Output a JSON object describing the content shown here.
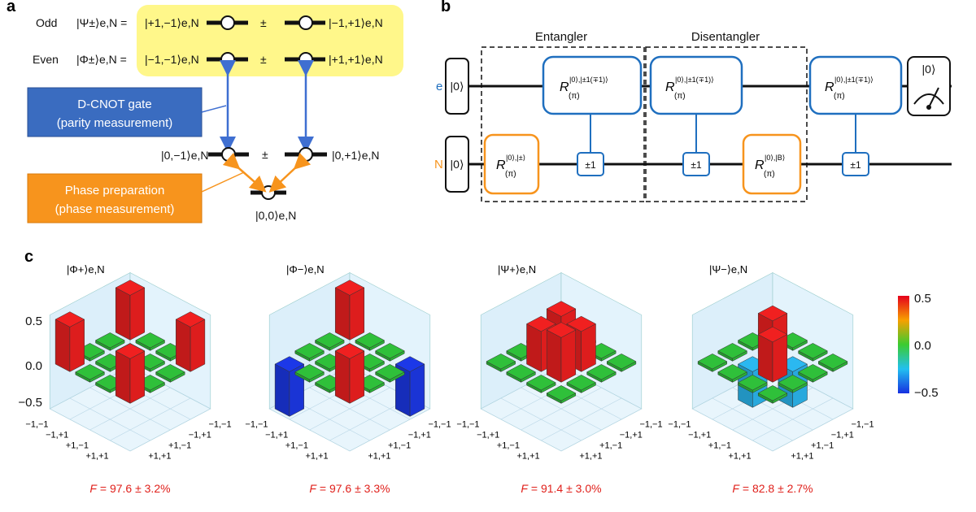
{
  "panel_letters": {
    "a": "a",
    "b": "b",
    "c": "c"
  },
  "panel_a": {
    "rows": [
      {
        "parity": "Odd",
        "state_label": "|Ψ±⟩e,N =",
        "left_ket": "|+1,−1⟩e,N",
        "pm": "±",
        "right_ket": "|−1,+1⟩e,N"
      },
      {
        "parity": "Even",
        "state_label": "|Φ±⟩e,N =",
        "left_ket": "|−1,−1⟩e,N",
        "pm": "±",
        "right_ket": "|+1,+1⟩e,N"
      }
    ],
    "dcnot_label_line1": "D-CNOT gate",
    "dcnot_label_line2": "(parity measurement)",
    "phase_label_line1": "Phase preparation",
    "phase_label_line2": "(phase measurement)",
    "mid_left_ket": "|0,−1⟩e,N",
    "mid_pm": "±",
    "mid_right_ket": "|0,+1⟩e,N",
    "bottom_ket": "|0,0⟩e,N",
    "colors": {
      "yellow": "#fff78a",
      "blue_box": "#3a6cc0",
      "orange_box": "#f7941d",
      "blue_arrow": "#3f6fd1",
      "orange_arrow": "#f7941d"
    }
  },
  "panel_b": {
    "section_entangler": "Entangler",
    "section_disentangler": "Disentangler",
    "wire_e_label": "e",
    "wire_n_label": "N",
    "init_e": "|0⟩",
    "init_n": "|0⟩",
    "rotation_main": "R",
    "rotation_sub": "(π)",
    "sup_e_gate": "|0⟩,|±1(∓1)⟩",
    "sup_n_first": "|0⟩,|±⟩",
    "sup_n_second": "|0⟩,|B⟩",
    "control_label": "±1",
    "measure_label": "|0⟩",
    "colors": {
      "blue": "#1f6fbf",
      "orange": "#f7941d",
      "label_blue": "#1f6fbf",
      "label_orange": "#f7941d"
    }
  },
  "panel_c": {
    "colorbar": {
      "max_label": "0.5",
      "mid_label": "0.0",
      "min_label": "−0.5"
    },
    "z_tick_labels": [
      "0.5",
      "0.0",
      "−0.5"
    ],
    "plots": [
      {
        "title": "|Φ+⟩e,N",
        "fidelity_F": "F",
        "fidelity_value": " = 97.6 ± 3.2%",
        "left_ticks": [
          "+1,+1",
          "+1,−1",
          "−1,+1",
          "−1,−1"
        ],
        "right_ticks": [
          "−1,−1",
          "−1,+1",
          "+1,−1",
          "+1,+1"
        ]
      },
      {
        "title": "|Φ−⟩e,N",
        "fidelity_F": "F",
        "fidelity_value": " = 97.6 ± 3.3%",
        "left_ticks": [
          "+1,+1",
          "+1,−1",
          "−1,+1",
          "−1,−1"
        ],
        "right_ticks": [
          "−1,−1",
          "−1,+1",
          "+1,−1",
          "+1,+1"
        ]
      },
      {
        "title": "|Ψ+⟩e,N",
        "fidelity_F": "F",
        "fidelity_value": " = 91.4 ± 3.0%",
        "left_ticks": [
          "+1,+1",
          "+1,−1",
          "−1,+1",
          "−1,−1"
        ],
        "right_ticks": [
          "−1,−1",
          "−1,+1",
          "+1,−1",
          "+1,+1"
        ]
      },
      {
        "title": "|Ψ−⟩e,N",
        "fidelity_F": "F",
        "fidelity_value": " = 82.8 ± 2.7%",
        "left_ticks": [
          "+1,+1",
          "+1,−1",
          "−1,+1",
          "−1,−1"
        ],
        "right_ticks": [
          "−1,−1",
          "−1,+1",
          "+1,−1",
          "+1,+1"
        ]
      }
    ]
  },
  "chart_data": [
    {
      "type": "bar3d",
      "title": "|Φ+⟩e,N",
      "zlim": [
        -0.5,
        0.5
      ],
      "x": [
        "+1,+1",
        "+1,−1",
        "−1,+1",
        "−1,−1"
      ],
      "y": [
        "+1,+1",
        "+1,−1",
        "−1,+1",
        "−1,−1"
      ],
      "values": [
        [
          0.5,
          0.0,
          0.0,
          0.5
        ],
        [
          0.0,
          0.0,
          0.0,
          0.0
        ],
        [
          0.0,
          0.0,
          0.0,
          0.0
        ],
        [
          0.5,
          0.0,
          0.0,
          0.5
        ]
      ]
    },
    {
      "type": "bar3d",
      "title": "|Φ−⟩e,N",
      "zlim": [
        -0.5,
        0.5
      ],
      "x": [
        "+1,+1",
        "+1,−1",
        "−1,+1",
        "−1,−1"
      ],
      "y": [
        "+1,+1",
        "+1,−1",
        "−1,+1",
        "−1,−1"
      ],
      "values": [
        [
          0.5,
          0.0,
          0.0,
          -0.5
        ],
        [
          0.0,
          0.0,
          0.0,
          0.0
        ],
        [
          0.0,
          0.0,
          0.0,
          0.0
        ],
        [
          -0.5,
          0.0,
          0.0,
          0.5
        ]
      ]
    },
    {
      "type": "bar3d",
      "title": "|Ψ+⟩e,N",
      "zlim": [
        -0.5,
        0.5
      ],
      "x": [
        "+1,+1",
        "+1,−1",
        "−1,+1",
        "−1,−1"
      ],
      "y": [
        "+1,+1",
        "+1,−1",
        "−1,+1",
        "−1,−1"
      ],
      "values": [
        [
          0.0,
          0.0,
          0.0,
          0.0
        ],
        [
          0.0,
          0.5,
          0.45,
          0.0
        ],
        [
          0.0,
          0.45,
          0.5,
          0.0
        ],
        [
          0.0,
          0.0,
          0.0,
          0.0
        ]
      ]
    },
    {
      "type": "bar3d",
      "title": "|Ψ−⟩e,N",
      "zlim": [
        -0.5,
        0.5
      ],
      "x": [
        "+1,+1",
        "+1,−1",
        "−1,+1",
        "−1,−1"
      ],
      "y": [
        "+1,+1",
        "+1,−1",
        "−1,+1",
        "−1,−1"
      ],
      "values": [
        [
          0.0,
          0.0,
          0.0,
          0.0
        ],
        [
          0.0,
          0.45,
          -0.4,
          0.0
        ],
        [
          0.0,
          -0.4,
          0.45,
          0.0
        ],
        [
          0.0,
          0.0,
          0.0,
          0.0
        ]
      ]
    }
  ]
}
